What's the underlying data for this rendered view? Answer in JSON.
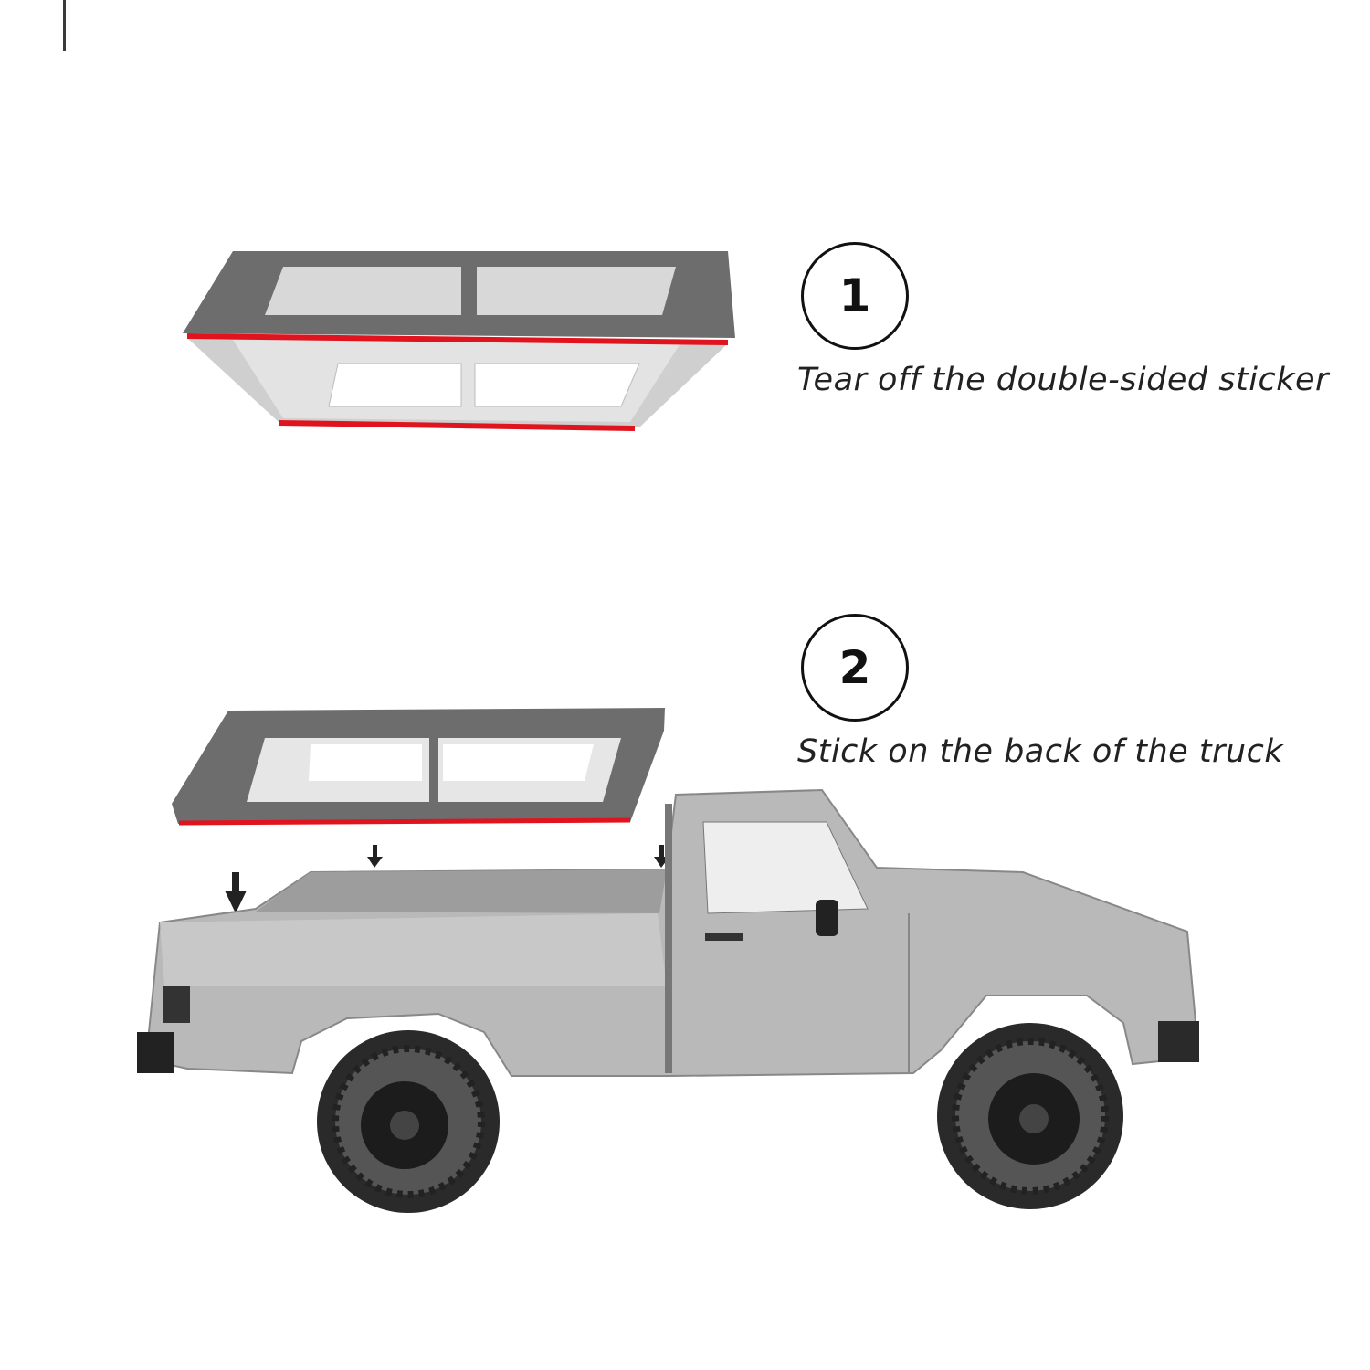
{
  "steps": [
    {
      "number": "1",
      "text": "Tear off the double-sided sticker"
    },
    {
      "number": "2",
      "text": "Stick on the back of the truck"
    }
  ],
  "colors": {
    "sticker": "#e0141e",
    "shell": "#6d6d6d",
    "truck": "#b8b8b8"
  }
}
